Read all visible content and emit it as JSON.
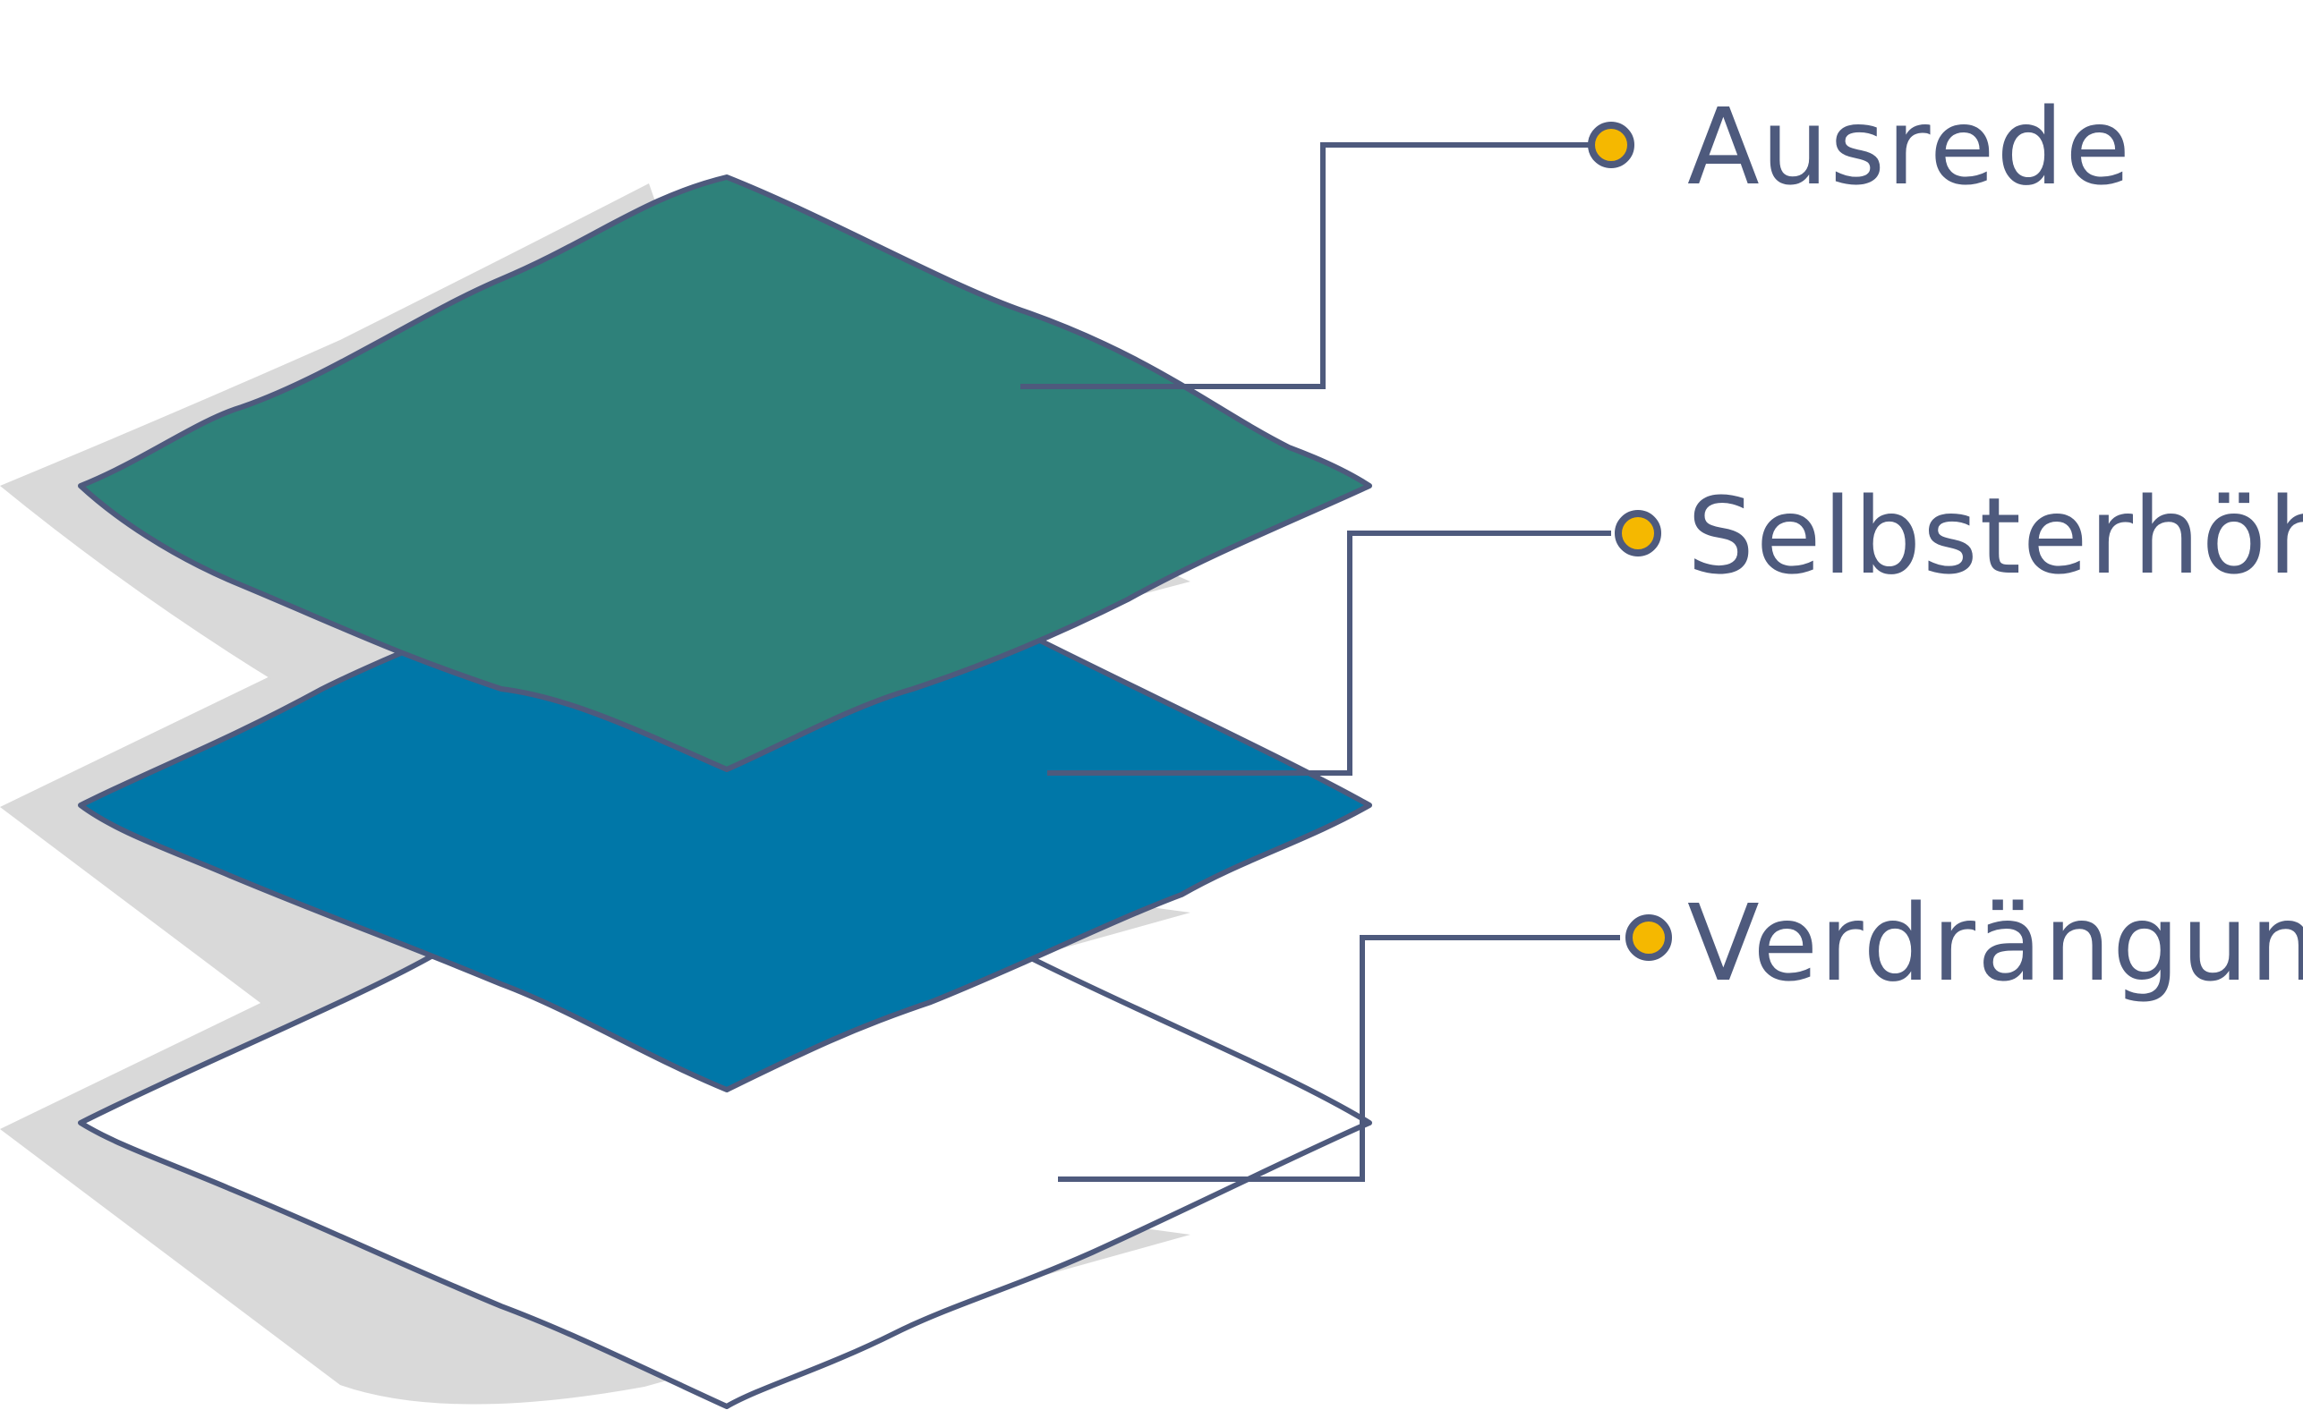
{
  "colors": {
    "outline": "#4e5a7d",
    "shadow": "#d9d9d9",
    "top_layer_fill": "#2e817a",
    "middle_layer_fill": "#0077a8",
    "bottom_layer_fill": "#ffffff",
    "marker_fill": "#f5b800",
    "label_text": "#4e5a7d",
    "background": "#ffffff"
  },
  "layers": [
    {
      "id": "top",
      "label": "Ausrede",
      "fill_color": "#2e817a"
    },
    {
      "id": "middle",
      "label": "Selbsterhöhung",
      "fill_color": "#0077a8"
    },
    {
      "id": "bottom",
      "label": "Verdrängung",
      "fill_color": "#ffffff"
    }
  ]
}
